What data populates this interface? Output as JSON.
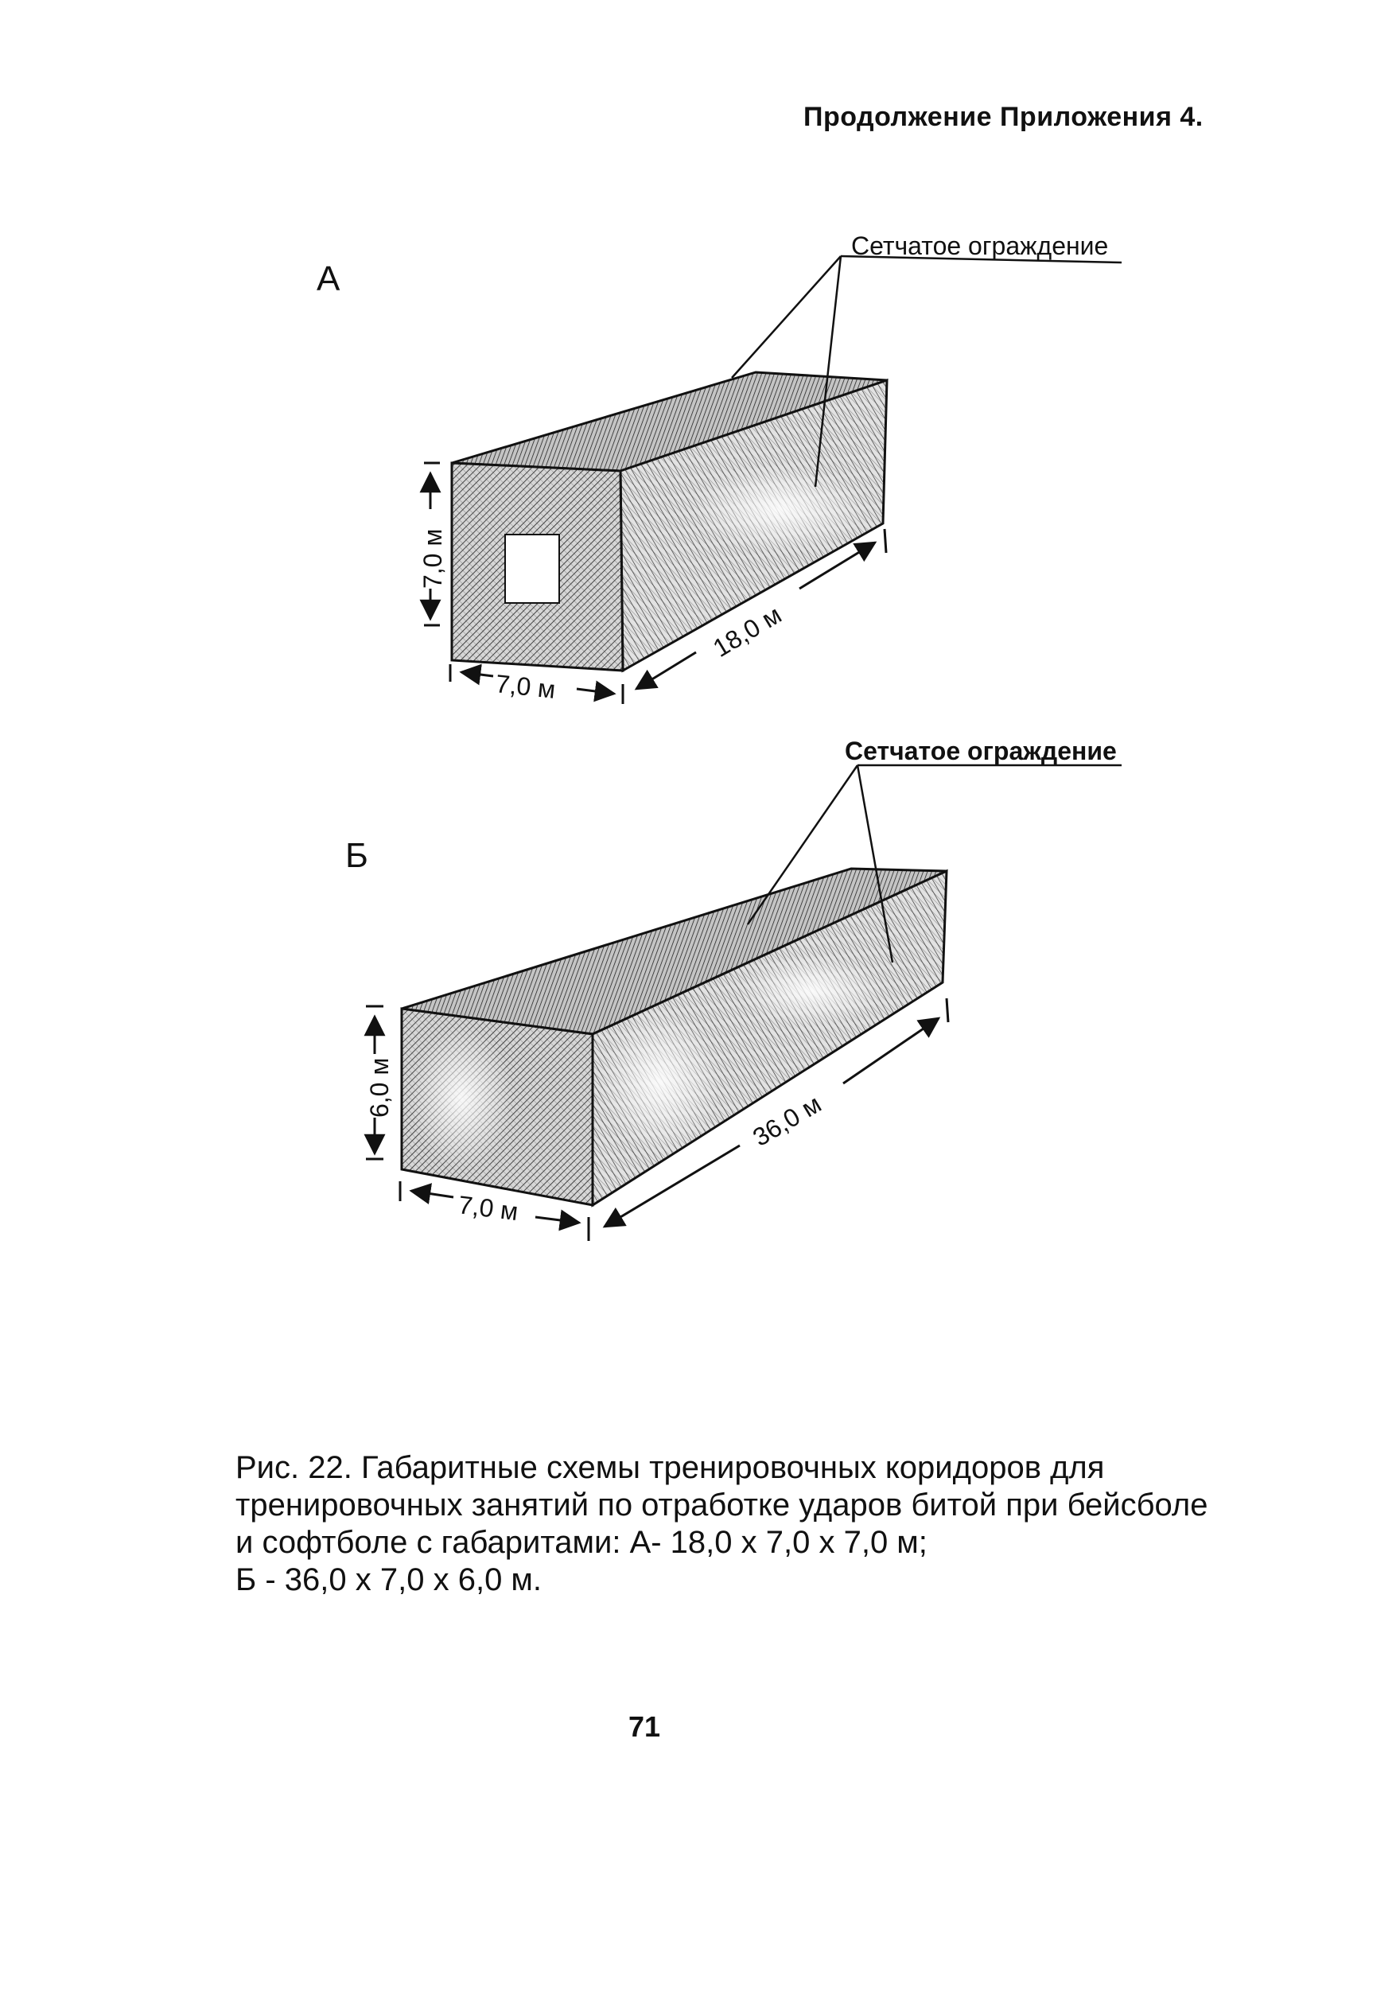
{
  "header": {
    "text": "Продолжение Приложения 4."
  },
  "figure_a": {
    "label": "А",
    "fence_label": "Сетчатое ограждение",
    "height_label": "7,0 м",
    "width_label": "7,0 м",
    "length_label": "18,0 м"
  },
  "figure_b": {
    "label": "Б",
    "fence_label": "Сетчатое ограждение",
    "height_label": "6,0 м",
    "width_label": "7,0 м",
    "length_label": "36,0 м"
  },
  "caption": {
    "lines": [
      "Рис. 22.  Габаритные схемы тренировочных коридоров для",
      "тренировочных занятий по отработке ударов битой при бейсболе",
      "и софтболе с габаритами:  А-  18,0 х 7,0 х 7,0 м;",
      "Б - 36,0 х 7,0 х 6,0 м."
    ]
  },
  "page_number": "71"
}
